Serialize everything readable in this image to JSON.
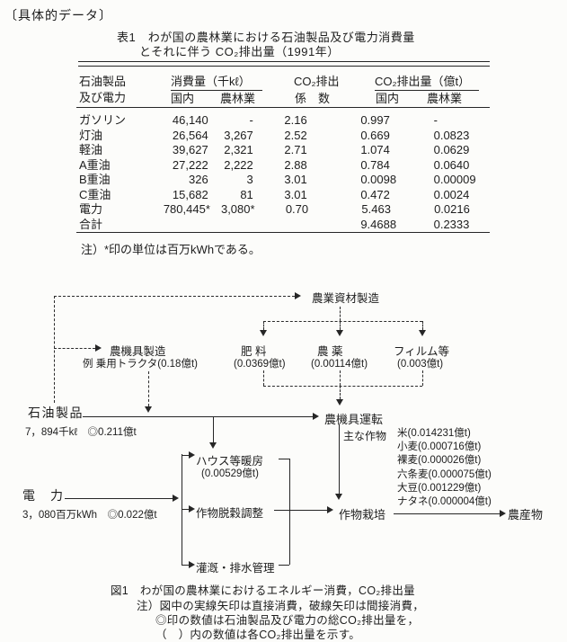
{
  "page": {
    "header_label": "〔具体的データ〕"
  },
  "table": {
    "title_line1": "表1　わが国の農林業における石油製品及び電力消費量",
    "title_line2": "とそれに伴う CO₂排出量（1991年）",
    "headers": {
      "product_l1": "石油製品",
      "product_l2": "及び電力",
      "consumption_group": "消費量（千kℓ）",
      "coef_l1": "CO₂排出",
      "coef_l2": "係　数",
      "emission_group": "CO₂排出量（億t）",
      "domestic": "国内",
      "agriculture": "農林業"
    },
    "rows": [
      {
        "name": "ガソリン",
        "c_dom": "46,140",
        "c_agr": "-",
        "coef": "2.16",
        "e_dom": "0.997",
        "e_agr": "-"
      },
      {
        "name": "灯油",
        "c_dom": "26,564",
        "c_agr": "3,267",
        "coef": "2.52",
        "e_dom": "0.669",
        "e_agr": "0.0823"
      },
      {
        "name": "軽油",
        "c_dom": "39,627",
        "c_agr": "2,321",
        "coef": "2.71",
        "e_dom": "1.074",
        "e_agr": "0.0629"
      },
      {
        "name": "A重油",
        "c_dom": "27,222",
        "c_agr": "2,222",
        "coef": "2.88",
        "e_dom": "0.784",
        "e_agr": "0.0640"
      },
      {
        "name": "B重油",
        "c_dom": "326",
        "c_agr": "3",
        "coef": "3.01",
        "e_dom": "0.0098",
        "e_agr": "0.00009"
      },
      {
        "name": "C重油",
        "c_dom": "15,682",
        "c_agr": "81",
        "coef": "3.01",
        "e_dom": "0.472",
        "e_agr": "0.0024"
      },
      {
        "name": "電力",
        "c_dom": "780,445*",
        "c_agr": "3,080*",
        "coef": "0.70",
        "e_dom": "5.463",
        "e_agr": "0.0216"
      },
      {
        "name": "合計",
        "c_dom": "",
        "c_agr": "",
        "coef": "",
        "e_dom": "9.4688",
        "e_agr": "0.2333"
      }
    ],
    "note": "注）*印の単位は百万kWhである。"
  },
  "diagram": {
    "nodes": {
      "materials": "農業資材製造",
      "machinery_mfg": "農機具製造",
      "machinery_example": "例 乗用トラクタ(0.18億t)",
      "fertilizer": "肥 料",
      "fertilizer_value": "(0.0369億t)",
      "chemicals": "農 薬",
      "chemicals_value": "(0.00114億t)",
      "film": "フィルム等",
      "film_value": "(0.003億t)",
      "oil": "石油製品",
      "oil_value": "7，894千kℓ　◎0.211億t",
      "machinery_op": "農機具運転",
      "main_crops_label": "主な作物",
      "house": "ハウス等暖房",
      "house_value": "(0.00529億t)",
      "threshing": "作物脱穀調整",
      "irrigation": "灌漑・排水管理",
      "electricity": "電　力",
      "electricity_value": "3，080百万kWh　◎0.022億t",
      "cultivation": "作物栽培",
      "products": "農産物"
    },
    "crops": [
      "米(0.014231億t)",
      "小麦(0.000716億t)",
      "裸麦(0.000026億t)",
      "六条麦(0.000075億t)",
      "大豆(0.001229億t)",
      "ナタネ(0.000004億t)"
    ]
  },
  "caption": {
    "line1": "図1　わが国の農林業におけるエネルギー消費，CO₂排出量",
    "line2": "注）図中の実線矢印は直接消費，破線矢印は間接消費，",
    "line3": "◎印の数値は石油製品及び電力の総CO₂排出量を，",
    "line4": "（　）内の数値は各CO₂排出量を示す。"
  }
}
